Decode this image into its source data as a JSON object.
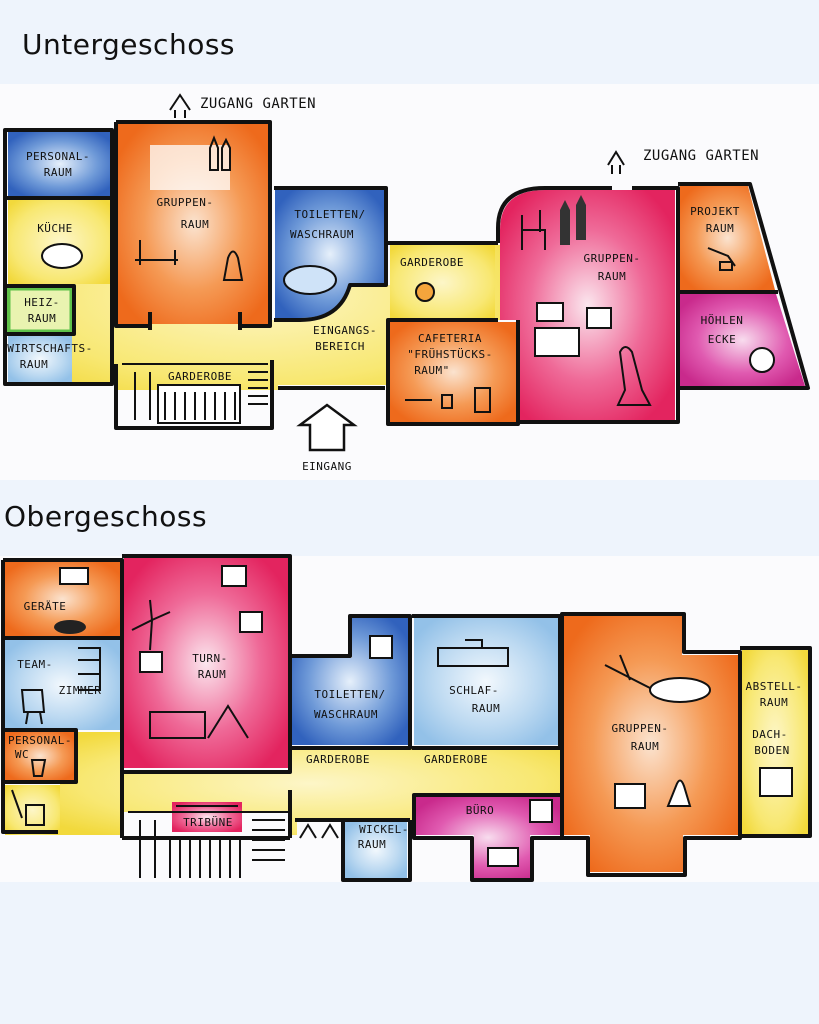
{
  "colors": {
    "orange": "#f47a2a",
    "yellow": "#f6e25a",
    "blue": "#3f73c8",
    "lightblue": "#a9cfee",
    "pink": "#e8336f",
    "magenta": "#d6339a",
    "green": "#5fc24a",
    "ink": "#111111"
  },
  "lower": {
    "heading": "Untergeschoss",
    "access_garden_1": "ZUGANG GARTEN",
    "access_garden_2": "ZUGANG GARTEN",
    "entrance": "EINGANG",
    "rooms": {
      "personal": [
        "PERSONAL-",
        "RAUM"
      ],
      "kueche": [
        "KÜCHE"
      ],
      "heiz": [
        "HEIZ-",
        "RAUM"
      ],
      "wirtschaft": [
        "WIRTSCHAFTS-",
        "RAUM"
      ],
      "gruppen1": [
        "GRUPPEN-",
        "RAUM"
      ],
      "garderobe1": [
        "GARDEROBE"
      ],
      "toiletten": [
        "TOILETTEN/",
        "WASCHRAUM"
      ],
      "garderobe2": [
        "GARDEROBE"
      ],
      "eingang": [
        "EINGANGS-",
        "BEREICH"
      ],
      "cafeteria": [
        "CAFETERIA",
        "\"FRÜHSTÜCKS-",
        "RAUM\""
      ],
      "gruppen2": [
        "GRUPPEN-",
        "RAUM"
      ],
      "projekt": [
        "PROJEKT",
        "RAUM"
      ],
      "hoehlen": [
        "HÖHLEN",
        "ECKE"
      ]
    }
  },
  "upper": {
    "heading": "Obergeschoss",
    "rooms": {
      "geraete": [
        "GERÄTE"
      ],
      "team": [
        "TEAM-",
        "ZIMMER"
      ],
      "personalwc": [
        "PERSONAL-",
        "WC"
      ],
      "turn": [
        "TURN-",
        "RAUM"
      ],
      "tribuene": [
        "TRIBÜNE"
      ],
      "toiletten": [
        "TOILETTEN/",
        "WASCHRAUM"
      ],
      "garderobe1": [
        "GARDEROBE"
      ],
      "wickel": [
        "WICKEL-",
        "RAUM"
      ],
      "schlaf": [
        "SCHLAF-",
        "RAUM"
      ],
      "garderobe2": [
        "GARDEROBE"
      ],
      "buero": [
        "BÜRO"
      ],
      "gruppen": [
        "GRUPPEN-",
        "RAUM"
      ],
      "abstell": [
        "ABSTELL-",
        "RAUM"
      ],
      "dachboden": [
        "DACH-",
        "BODEN"
      ]
    }
  }
}
